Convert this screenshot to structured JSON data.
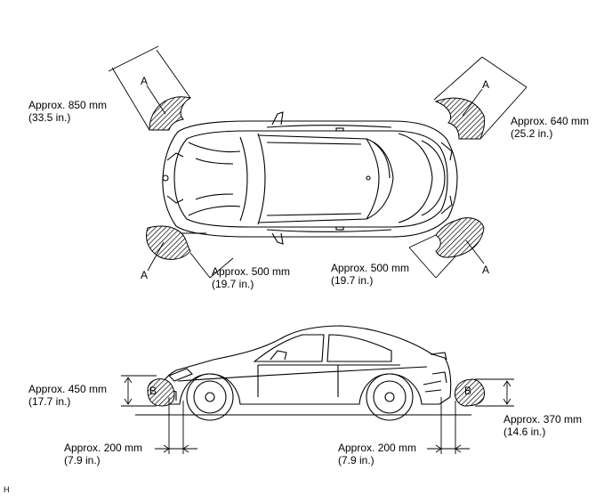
{
  "top_view": {
    "front_left": {
      "letter": "A",
      "line1": "Approx. 850 mm",
      "line2": "(33.5 in.)"
    },
    "rear_left": {
      "letter": "A",
      "line1": "Approx. 640 mm",
      "line2": "(25.2 in.)"
    },
    "front_right": {
      "letter": "A",
      "line1": "Approx. 500 mm",
      "line2": "(19.7 in.)"
    },
    "rear_right": {
      "letter": "A",
      "line1": "Approx. 500 mm",
      "line2": "(19.7 in.)"
    }
  },
  "side_view": {
    "front_height": {
      "letter": "B",
      "line1": "Approx. 450 mm",
      "line2": "(17.7 in.)"
    },
    "rear_height": {
      "letter": "B",
      "line1": "Approx. 370 mm",
      "line2": "(14.6 in.)"
    },
    "front_offset": {
      "line1": "Approx. 200 mm",
      "line2": "(7.9 in.)"
    },
    "rear_offset": {
      "line1": "Approx. 200 mm",
      "line2": "(7.9 in.)"
    }
  },
  "corner_mark": "H"
}
